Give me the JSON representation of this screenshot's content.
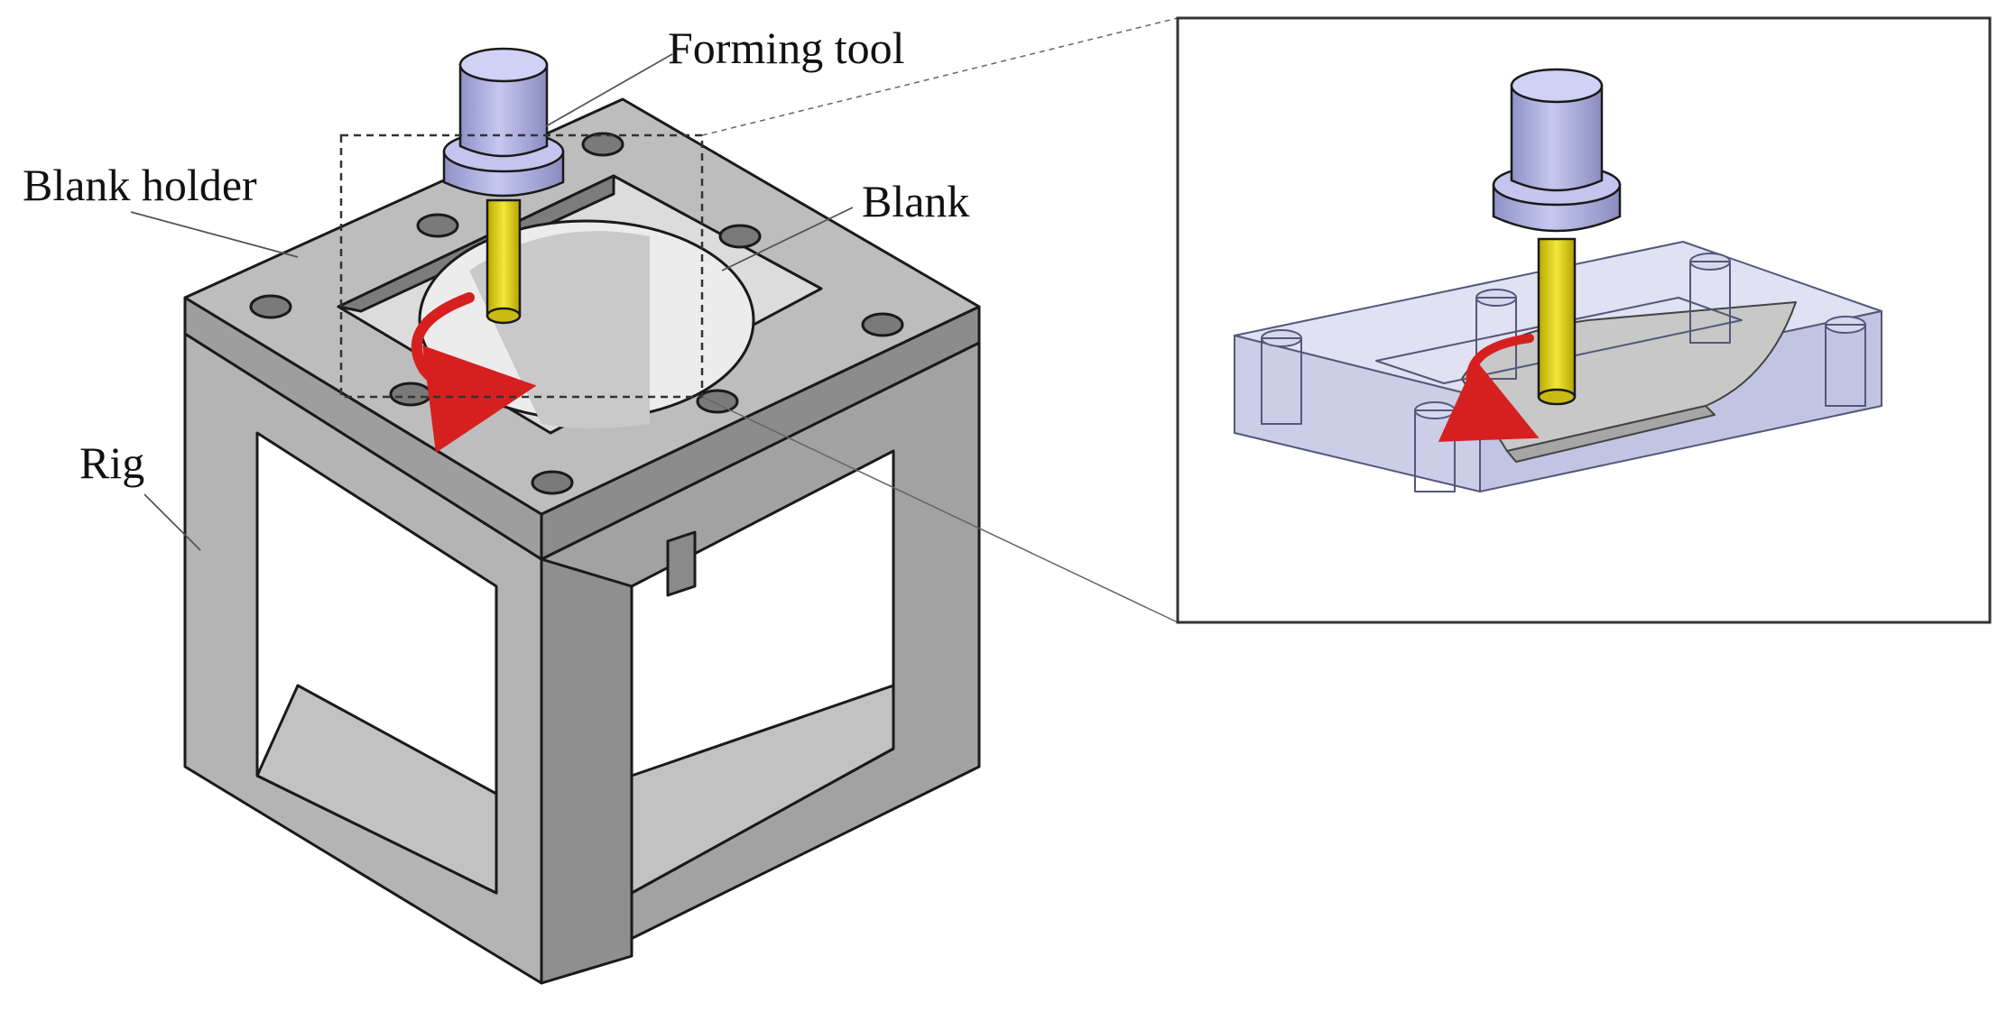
{
  "labels": {
    "forming_tool": "Forming tool",
    "blank_holder": "Blank holder",
    "blank": "Blank",
    "rig": "Rig"
  },
  "colors": {
    "steel_light": "#b9b9b9",
    "steel_mid": "#a4a4a4",
    "steel_dark": "#8c8c8c",
    "floor": "#bdbdbd",
    "tool_head": "#b3b5e2",
    "tool_shank": "#e3d51c",
    "arrow": "#d62020",
    "glass": "#c9cbe8",
    "outline": "#1a1a1a"
  },
  "icons": {
    "rotation": "curved-arrow-icon"
  }
}
